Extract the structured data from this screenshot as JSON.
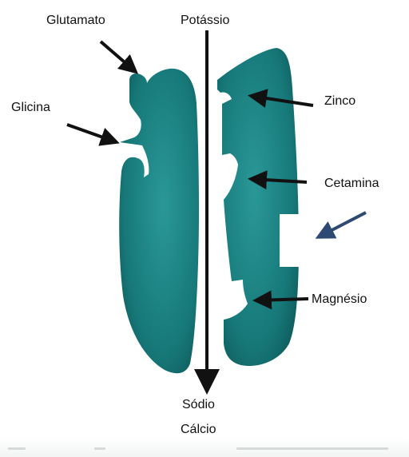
{
  "labels": {
    "glutamato": "Glutamato",
    "potassio": "Potássio",
    "glicina": "Glicina",
    "zinco": "Zinco",
    "cetamina": "Cetamina",
    "magnesio": "Magnésio",
    "sodio": "Sódio",
    "calcio": "Cálcio"
  },
  "colors": {
    "channel_fill_light": "#2a9898",
    "channel_fill_dark": "#0b4f50",
    "arrow": "#111111",
    "highlight_arrow": "#2e4a72",
    "blank_box": "#ffffff"
  }
}
